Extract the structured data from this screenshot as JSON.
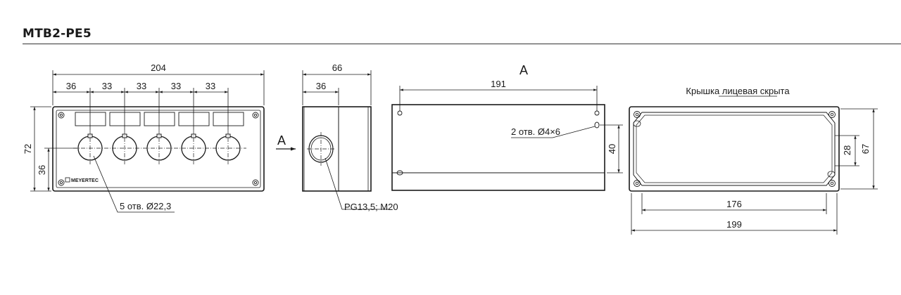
{
  "title": "MTB2-PE5",
  "front": {
    "overall_width": "204",
    "spacing": [
      "36",
      "33",
      "33",
      "33",
      "33"
    ],
    "height": "72",
    "center_height": "36",
    "holes_note": "5 отв. Ø22,3",
    "brand": "MEYERTEC"
  },
  "side": {
    "depth": "66",
    "offset": "36",
    "view_marker": "A",
    "gland_note": "PG13,5; M20"
  },
  "back": {
    "view_label": "A",
    "length": "191",
    "height": "40",
    "holes_note": "2 отв. Ø4×6"
  },
  "inside": {
    "cover_note": "Крышка лицевая скрыта",
    "inner_length": "176",
    "outer_length": "199",
    "inner_height": "28",
    "outer_height": "67"
  }
}
